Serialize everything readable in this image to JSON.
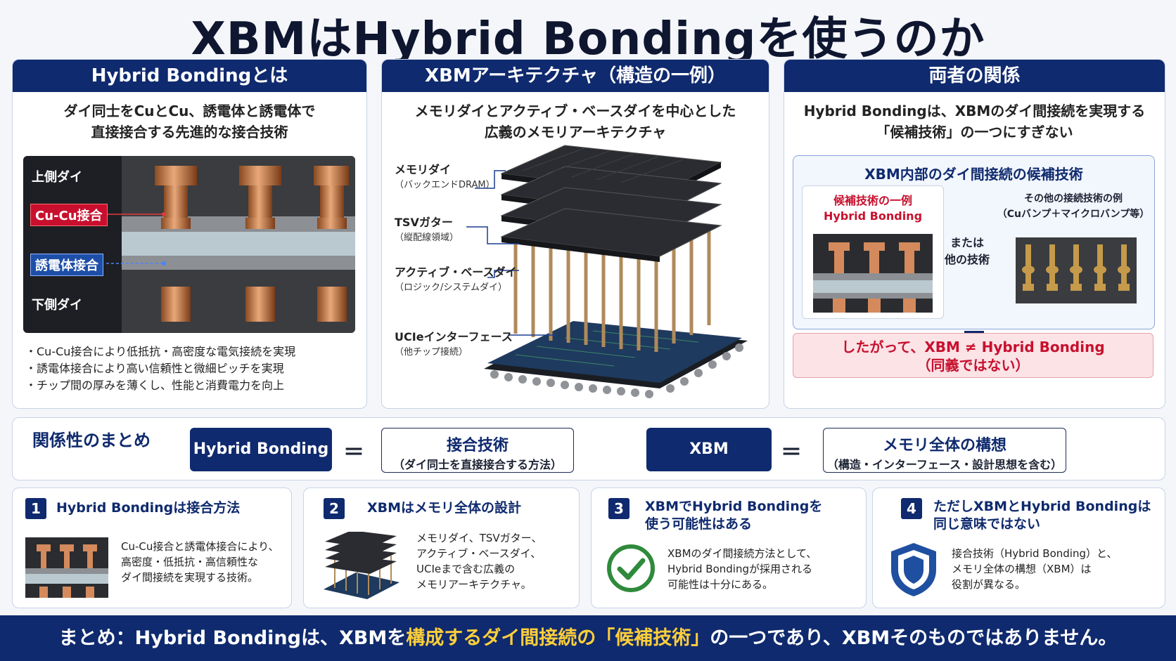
{
  "title": "XBMはHybrid Bondingを使うのか",
  "panel1": {
    "heading": "Hybrid Bondingとは",
    "desc_line1": "ダイ同士をCuとCu、誘電体と誘電体で",
    "desc_line2": "直接接合する先進的な接合技術",
    "label_top": "上側ダイ",
    "label_cucu": "Cu-Cu接合",
    "label_dielectric": "誘電体接合",
    "label_bottom": "下側ダイ",
    "bullets": [
      "・Cu-Cu接合により低抵抗・高密度な電気接続を実現",
      "・誘電体接合により高い信頼性と微細ピッチを実現",
      "・チップ間の厚みを薄くし、性能と消費電力を向上"
    ]
  },
  "panel2": {
    "heading": "XBMアーキテクチャ（構造の一例）",
    "desc_line1": "メモリダイとアクティブ・ベースダイを中心とした",
    "desc_line2": "広義のメモリアーキテクチャ",
    "labels": [
      {
        "main": "メモリダイ",
        "sub": "（バックエンドDRAM）"
      },
      {
        "main": "TSVガター",
        "sub": "（縦配線領域）"
      },
      {
        "main": "アクティブ・ベースダイ",
        "sub": "（ロジック/システムダイ）"
      },
      {
        "main": "UCIeインターフェース",
        "sub": "（他チップ接続）"
      }
    ]
  },
  "panel3": {
    "heading": "両者の関係",
    "desc_line1": "Hybrid Bondingは、XBMのダイ間接続を実現する",
    "desc_line2": "「候補技術」の一つにすぎない",
    "inner_title": "XBM内部のダイ間接続の候補技術",
    "candidate_line1": "候補技術の一例",
    "candidate_line2": "Hybrid Bonding",
    "or_line1": "または",
    "or_line2": "他の技術",
    "other_line1": "その他の接続技術の例",
    "other_line2": "（Cuバンプ＋マイクロバンプ等）",
    "conclusion_line1": "したがって、XBM ≠ Hybrid Bonding",
    "conclusion_line2": "（同義ではない）"
  },
  "summary": {
    "label": "関係性のまとめ",
    "hb": "Hybrid Bonding",
    "eq1": "＝",
    "hb_def_line1": "接合技術",
    "hb_def_line2": "（ダイ同士を直接接合する方法）",
    "xbm": "XBM",
    "eq2": "＝",
    "xbm_def_line1": "メモリ全体の構想",
    "xbm_def_line2": "（構造・インターフェース・設計思想を含む）"
  },
  "cards": [
    {
      "num": "1",
      "title1": "Hybrid Bondingは接合方法",
      "title2": "",
      "body": [
        "Cu-Cu接合と誘電体接合により、",
        "高密度・低抵抗・高信頼性な",
        "ダイ間接続を実現する技術。"
      ]
    },
    {
      "num": "2",
      "title1": "XBMはメモリ全体の設計",
      "title2": "",
      "body": [
        "メモリダイ、TSVガター、",
        "アクティブ・ベースダイ、",
        "UCIeまで含む広義の",
        "メモリアーキテクチャ。"
      ]
    },
    {
      "num": "3",
      "title1": "XBMでHybrid Bondingを",
      "title2": "使う可能性はある",
      "body": [
        "XBMのダイ間接続方法として、",
        "Hybrid Bondingが採用される",
        "可能性は十分にある。"
      ]
    },
    {
      "num": "4",
      "title1": "ただしXBMとHybrid Bondingは",
      "title2": "同じ意味ではない",
      "body": [
        "接合技術（Hybrid Bonding）と、",
        "メモリ全体の構想（XBM）は",
        "役割が異なる。"
      ]
    }
  ],
  "footer": {
    "part1": "まとめ：Hybrid Bondingは、XBMを",
    "highlight": "構成するダイ間接続の「候補技術」",
    "part2": "の一つであり、XBMそのものではありません。"
  }
}
